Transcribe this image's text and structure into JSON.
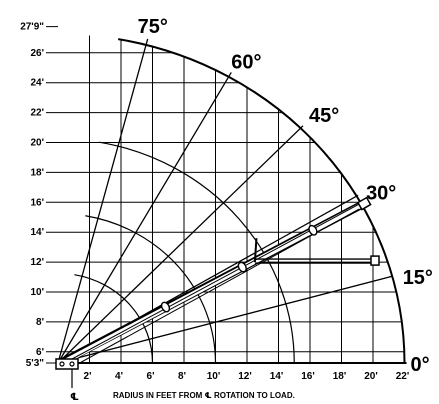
{
  "chart_data": {
    "type": "diagram",
    "y_ticks": [
      "5'3\"",
      "6'",
      "8'",
      "10'",
      "12'",
      "14'",
      "16'",
      "18'",
      "20'",
      "22'",
      "24'",
      "26'",
      "27'9\""
    ],
    "y_values": [
      5.25,
      6,
      8,
      10,
      12,
      14,
      16,
      18,
      20,
      22,
      24,
      26,
      27.75
    ],
    "x_ticks": [
      "2'",
      "4'",
      "6'",
      "8'",
      "10'",
      "12'",
      "14'",
      "16'",
      "18'",
      "20'",
      "22'"
    ],
    "x_values": [
      2,
      4,
      6,
      8,
      10,
      12,
      14,
      16,
      18,
      20,
      22
    ],
    "angles": [
      {
        "label": "75°",
        "deg": 75
      },
      {
        "label": "60°",
        "deg": 60
      },
      {
        "label": "45°",
        "deg": 45
      },
      {
        "label": "30°",
        "deg": 30
      },
      {
        "label": "15°",
        "deg": 15
      },
      {
        "label": "0°",
        "deg": 0
      }
    ],
    "pivot": {
      "x": 0,
      "y": 5.25
    },
    "boom_max_length": 22,
    "xlim": [
      0,
      22
    ],
    "ylim": [
      5.25,
      27.75
    ],
    "caption": "RADIUS IN FEET FROM ℄ ROTATION TO LOAD.",
    "centerline_label": "℄"
  }
}
